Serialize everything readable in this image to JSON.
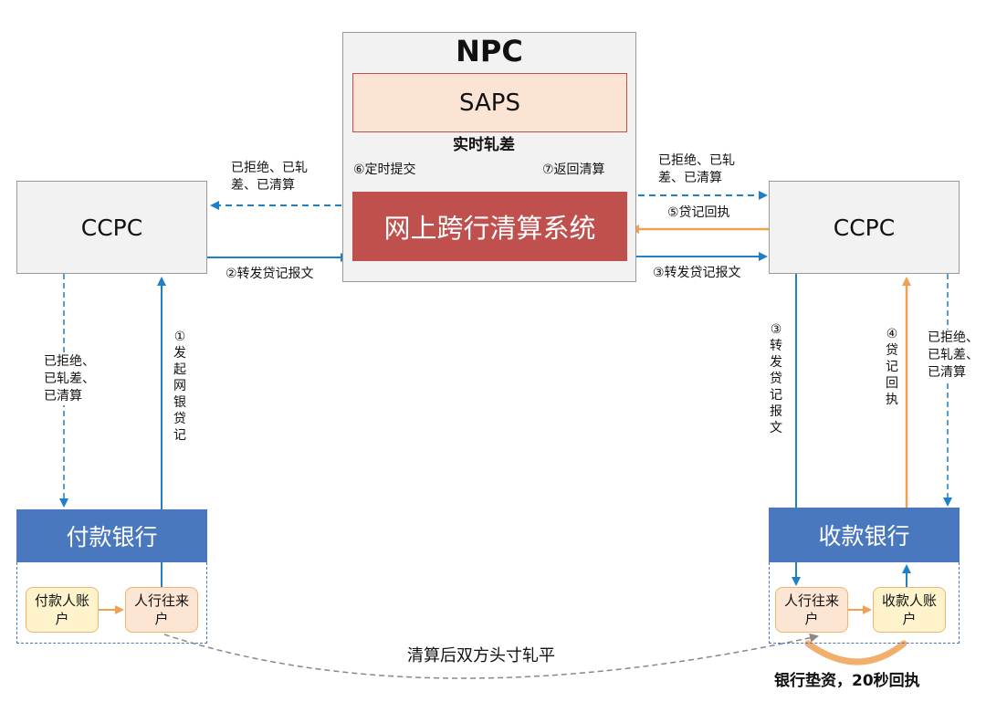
{
  "nodes": {
    "npc": "NPC",
    "saps": "SAPS",
    "wlkh": "网上跨行清算系统",
    "ccpc_left": "CCPC",
    "ccpc_right": "CCPC",
    "payer_bank": "付款银行",
    "payee_bank": "收款银行",
    "payer_account": "付款人账户",
    "payer_interbank": "人行往来户",
    "payee_interbank": "人行往来户",
    "payee_account": "收款人账户"
  },
  "labels": {
    "realtime_netting": "实时轧差",
    "timed_submit": "⑥定时提交",
    "return_clearing": "⑦返回清算",
    "status_top_left": "已拒绝、已轧差、已清算",
    "status_top_right": "已拒绝、已轧差、已清算",
    "forward_left": "②转发贷记报文",
    "forward_right": "③转发贷记报文",
    "credit_receipt": "⑤贷记回执",
    "status_left_vertical": "已拒绝、已轧差、已清算",
    "initiate_credit": "①发起网银贷记",
    "forward_vertical": "③转发贷记报文",
    "receipt_vertical": "④贷记回执",
    "status_right_vertical": "已拒绝、已轧差、已清算",
    "settle_balance": "清算后双方头寸轧平",
    "bank_advance": "银行垫资，20秒回执"
  },
  "colors": {
    "blue": "#1f7fc9",
    "orange": "#f0a053",
    "red": "#c0504d",
    "bank_blue": "#4a78be",
    "gray": "#888888"
  }
}
